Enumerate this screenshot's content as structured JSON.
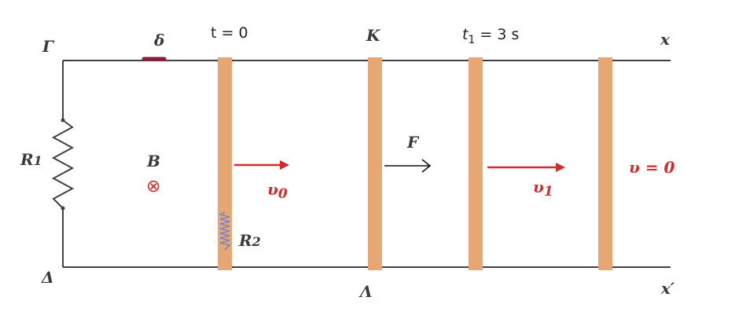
{
  "labels": {
    "gamma": "Γ",
    "delta_corner": "Δ",
    "delta_switch": "δ",
    "r1": "R",
    "r1_sub": "1",
    "r2": "R",
    "r2_sub": "2",
    "b_field": "B",
    "b_symbol": "⊗",
    "t0": "t = 0",
    "kappa": "K",
    "lambda": "Λ",
    "t1_main": "t",
    "t1_sub": "1",
    "t1_value": " = 3 s",
    "x": "x",
    "x_prime": "x′",
    "force": "F",
    "v0": "υ",
    "v0_sub": "0",
    "v1": "υ",
    "v1_sub": "1",
    "v_zero": "υ = 0"
  },
  "colors": {
    "rail": "#404040",
    "rod": "#e6a773",
    "switch": "#8b1c3c",
    "velocity": "#d42a2a",
    "force": "#111111",
    "r2_coil": "#6a7fd6"
  }
}
